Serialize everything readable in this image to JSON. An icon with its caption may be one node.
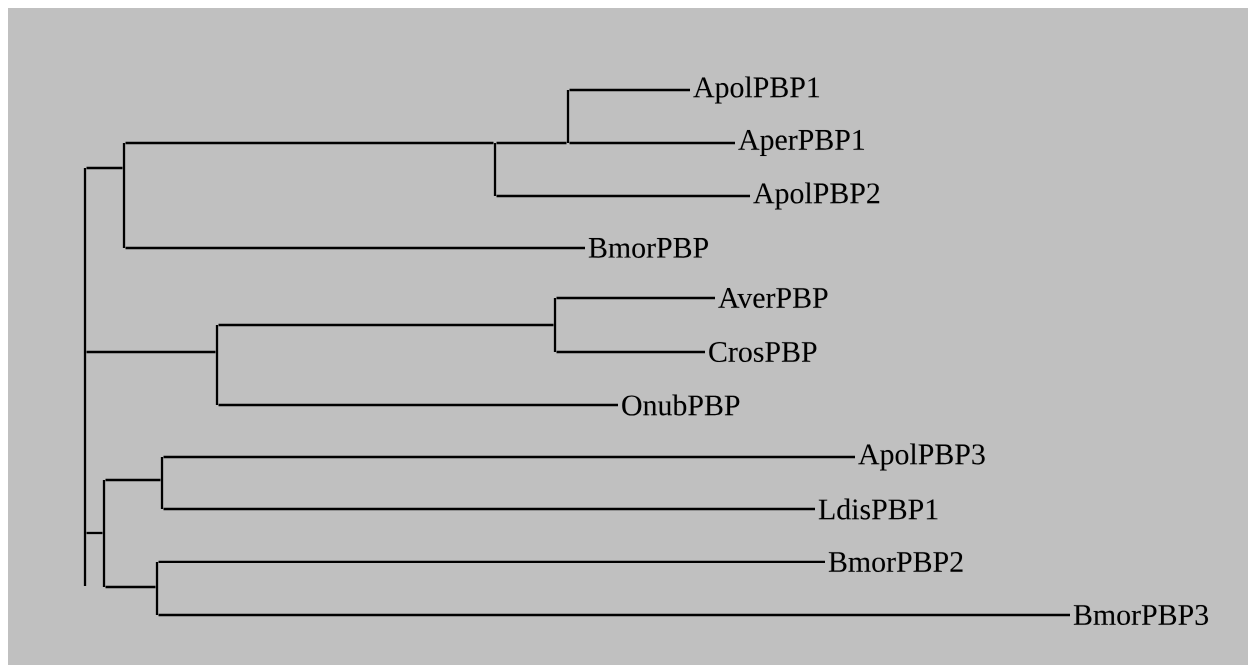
{
  "diagram": {
    "nodes": [
      {
        "text": [
          "ApolPBP1"
        ]
      },
      {
        "text": [
          "AperPBP1"
        ]
      },
      {
        "text": [
          "ApolPBP2"
        ]
      },
      {
        "text": [
          "BmorPBP"
        ]
      },
      {
        "text": [
          "AverPBP"
        ]
      },
      {
        "text": [
          "CrosPBP"
        ]
      },
      {
        "text": [
          "OnubPBP"
        ]
      },
      {
        "text": [
          "ApolPBP3"
        ]
      },
      {
        "text": [
          "LdisPBP1"
        ]
      },
      {
        "text": [
          "BmorPBP2"
        ]
      },
      {
        "text": [
          "BmorPBP3"
        ]
      },
      {
        "text": [],
        "shape": "bar"
      },
      {
        "text": [],
        "shape": "bar"
      },
      {
        "text": [],
        "shape": "bar"
      },
      {
        "text": [],
        "shape": "bar"
      },
      {
        "text": [],
        "shape": "bar"
      },
      {
        "text": [],
        "shape": "bar"
      },
      {
        "text": [],
        "shape": "bar"
      },
      {
        "text": [],
        "shape": "bar"
      },
      {
        "text": [],
        "shape": "bar"
      }
    ],
    "edges": [
      {
        "from": 11,
        "to": 12,
        "arrow": "none"
      },
      {
        "from": 11,
        "to": 15,
        "arrow": "none"
      },
      {
        "from": 11,
        "to": 17,
        "arrow": "none"
      },
      {
        "from": 12,
        "to": 13,
        "arrow": "none"
      },
      {
        "from": 12,
        "to": 3,
        "arrow": "none"
      },
      {
        "from": 13,
        "to": 14,
        "arrow": "none"
      },
      {
        "from": 13,
        "to": 2,
        "arrow": "none"
      },
      {
        "from": 14,
        "to": 0,
        "arrow": "none"
      },
      {
        "from": 14,
        "to": 1,
        "arrow": "none"
      },
      {
        "from": 15,
        "to": 16,
        "arrow": "none"
      },
      {
        "from": 15,
        "to": 6,
        "arrow": "none"
      },
      {
        "from": 16,
        "to": 4,
        "arrow": "none"
      },
      {
        "from": 16,
        "to": 5,
        "arrow": "none"
      },
      {
        "from": 17,
        "to": 18,
        "arrow": "none"
      },
      {
        "from": 17,
        "to": 19,
        "arrow": "none"
      },
      {
        "from": 18,
        "to": 7,
        "arrow": "none"
      },
      {
        "from": 18,
        "to": 8,
        "arrow": "none"
      },
      {
        "from": 19,
        "to": 9,
        "arrow": "none"
      },
      {
        "from": 19,
        "to": 10,
        "arrow": "none"
      }
    ]
  }
}
